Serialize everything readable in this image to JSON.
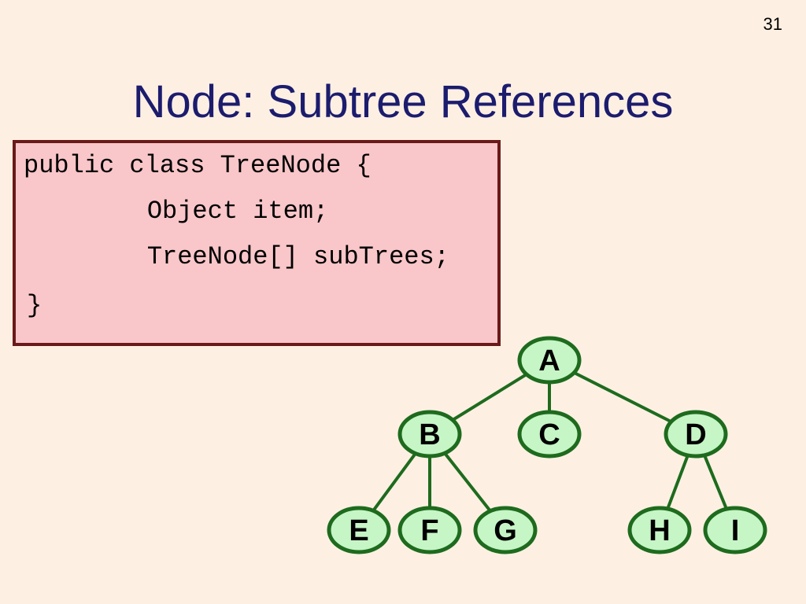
{
  "slide": {
    "page_number": "31",
    "title": "Node:  Subtree References"
  },
  "code": {
    "lines": [
      "public class TreeNode {",
      "    Object item;",
      "    TreeNode[] subTrees;",
      "}"
    ]
  },
  "tree": {
    "colors": {
      "node_fill": "#c6f5c6",
      "node_stroke": "#1e6b1e",
      "edge": "#1e6b1e"
    },
    "nodes": [
      {
        "id": "A",
        "label": "A"
      },
      {
        "id": "B",
        "label": "B"
      },
      {
        "id": "C",
        "label": "C"
      },
      {
        "id": "D",
        "label": "D"
      },
      {
        "id": "E",
        "label": "E"
      },
      {
        "id": "F",
        "label": "F"
      },
      {
        "id": "G",
        "label": "G"
      },
      {
        "id": "H",
        "label": "H"
      },
      {
        "id": "I",
        "label": "I"
      }
    ],
    "edges": [
      [
        "A",
        "B"
      ],
      [
        "A",
        "C"
      ],
      [
        "A",
        "D"
      ],
      [
        "B",
        "E"
      ],
      [
        "B",
        "F"
      ],
      [
        "B",
        "G"
      ],
      [
        "D",
        "H"
      ],
      [
        "D",
        "I"
      ]
    ]
  }
}
